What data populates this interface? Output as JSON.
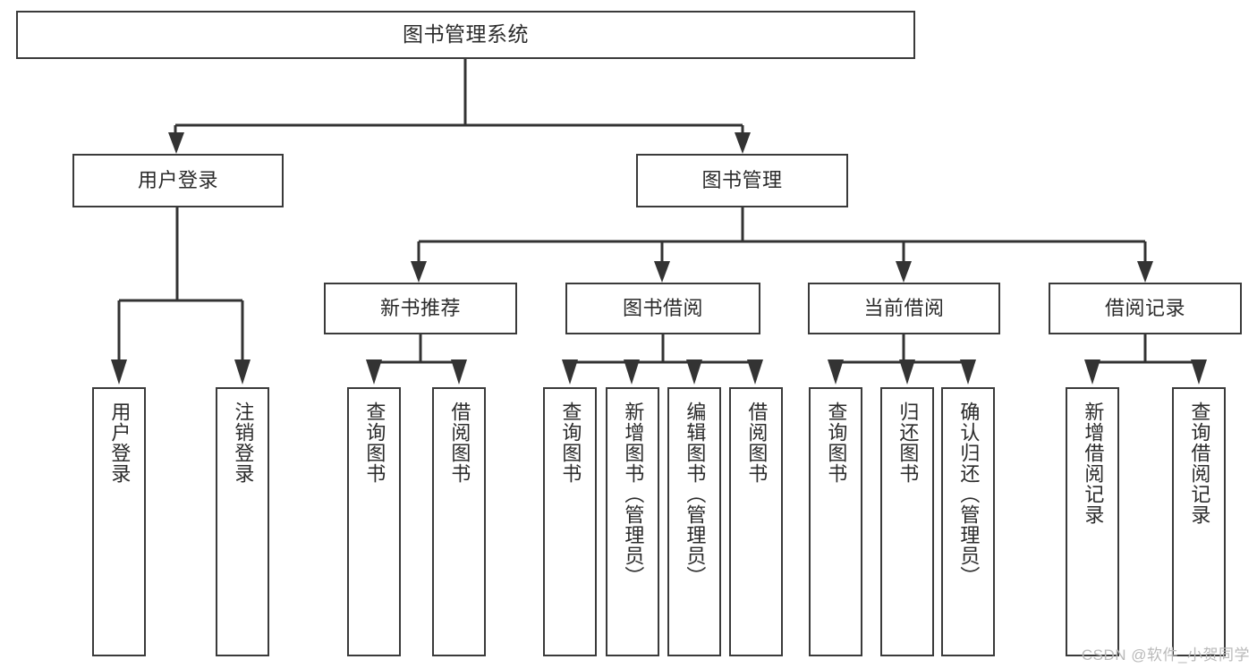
{
  "diagram": {
    "title": "图书管理系统",
    "type": "tree-hierarchy-chart",
    "nodes": {
      "root": {
        "label": "图书管理系统"
      },
      "level2": [
        {
          "id": "user-login",
          "label": "用户登录"
        },
        {
          "id": "book-manage",
          "label": "图书管理"
        }
      ],
      "level3": [
        {
          "id": "new-book-recommend",
          "label": "新书推荐"
        },
        {
          "id": "book-borrow",
          "label": "图书借阅"
        },
        {
          "id": "current-borrow",
          "label": "当前借阅"
        },
        {
          "id": "borrow-record",
          "label": "借阅记录"
        }
      ],
      "leaves": [
        {
          "id": "leaf-user-login",
          "label": "用户登录",
          "parent": "user-login"
        },
        {
          "id": "leaf-logout",
          "label": "注销登录",
          "parent": "user-login"
        },
        {
          "id": "leaf-query-book-1",
          "label": "查询图书",
          "parent": "new-book-recommend"
        },
        {
          "id": "leaf-borrow-book-1",
          "label": "借阅图书",
          "parent": "new-book-recommend"
        },
        {
          "id": "leaf-query-book-2",
          "label": "查询图书",
          "parent": "book-borrow"
        },
        {
          "id": "leaf-add-book",
          "label": "新增图书（管理员）",
          "parent": "book-borrow"
        },
        {
          "id": "leaf-edit-book",
          "label": "编辑图书（管理员）",
          "parent": "book-borrow"
        },
        {
          "id": "leaf-borrow-book-2",
          "label": "借阅图书",
          "parent": "book-borrow"
        },
        {
          "id": "leaf-query-book-3",
          "label": "查询图书",
          "parent": "current-borrow"
        },
        {
          "id": "leaf-return-book",
          "label": "归还图书",
          "parent": "current-borrow"
        },
        {
          "id": "leaf-confirm-return",
          "label": "确认归还（管理员）",
          "parent": "current-borrow"
        },
        {
          "id": "leaf-add-record",
          "label": "新增借阅记录",
          "parent": "borrow-record"
        },
        {
          "id": "leaf-query-record",
          "label": "查询借阅记录",
          "parent": "borrow-record"
        }
      ]
    },
    "colors": {
      "border": "#3a3a3a",
      "text": "#2b2b2b",
      "background": "#ffffff",
      "connector": "#333333",
      "watermark": "#b9b9b9"
    }
  },
  "watermark": {
    "text": "CSDN @软件_小贺同学"
  }
}
